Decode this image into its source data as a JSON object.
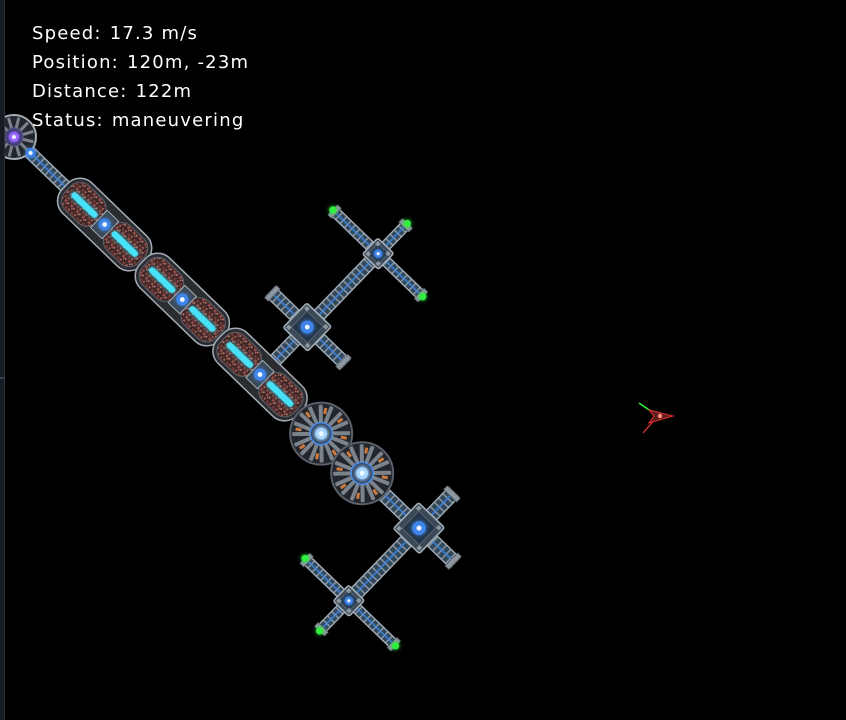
{
  "hud": {
    "speed": {
      "label": "Speed:",
      "value": "17.3 m/s"
    },
    "position": {
      "label": "Position:",
      "value": "120m, -23m"
    },
    "distance": {
      "label": "Distance:",
      "value": "122m"
    },
    "status": {
      "label": "Status:",
      "value": "maneuvering"
    }
  },
  "icons": {
    "player_marker": "player-ship-icon"
  },
  "colors": {
    "background": "#000000",
    "hud_text": "#ffffff",
    "glow_cyan": "#46e2f7",
    "hub_blue": "#3f86ea",
    "glow_blue_light": "#a8d6ff",
    "core_white": "#eef6ff",
    "core_purple": "#9a66ff",
    "marker_green": "#2ef03c",
    "axis_red": "#e2342c",
    "ship_body": "#5c1d1d",
    "ship_core": "#ff8e80",
    "frame": "#a3acb5",
    "frame_dark": "#59606a",
    "cap_gray": "#8e969f",
    "hull_dark": "#2a2c30",
    "hub_plate": "#3b4957",
    "hub_inner": "#243548",
    "reactor_body": "#23272d",
    "reactor_core": "#1c2d48",
    "spoke_gray": "#7b838c",
    "accent_orange": "#cc7a3e"
  }
}
